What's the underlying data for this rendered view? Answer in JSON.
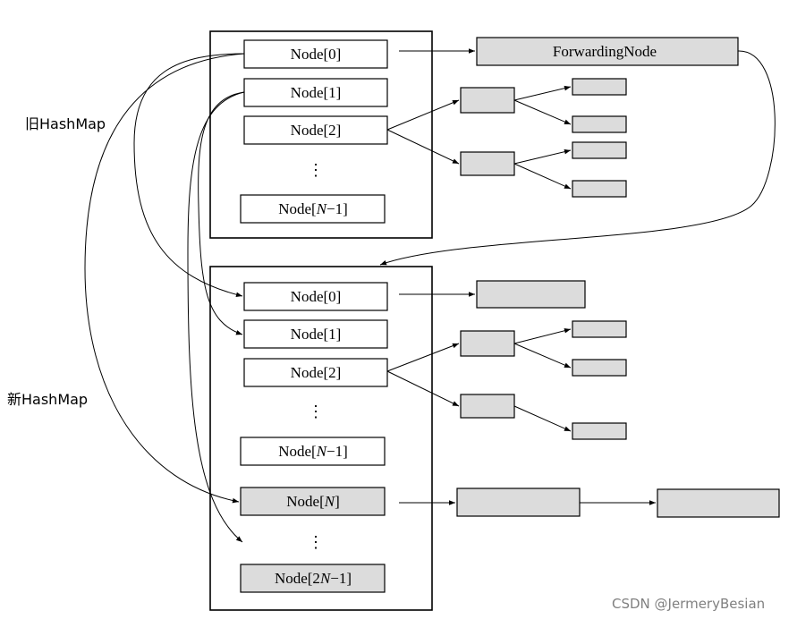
{
  "labels": {
    "old_map": "旧HashMap",
    "new_map": "新HashMap"
  },
  "old_table": {
    "node0": "Node[0]",
    "node1": "Node[1]",
    "node2": "Node[2]",
    "ellipsis": "⋮",
    "node_last": {
      "prefix": "Node[",
      "var": "N",
      "suffix": "−1]"
    },
    "forwarding": "ForwardingNode"
  },
  "new_table": {
    "node0": "Node[0]",
    "node1": "Node[1]",
    "node2": "Node[2]",
    "ellipsis": "⋮",
    "node_n_minus_1": {
      "prefix": "Node[",
      "var": "N",
      "suffix": "−1]"
    },
    "node_n": {
      "prefix": "Node[",
      "var": "N",
      "suffix": "]"
    },
    "ellipsis2": "⋮",
    "node_2n_minus_1": {
      "prefix": "Node[2",
      "var": "N",
      "suffix": "−1]"
    }
  },
  "watermark": "CSDN @JermeryBesian",
  "colors": {
    "highlight_fill": "#dcdcdc",
    "stroke": "#000000"
  }
}
